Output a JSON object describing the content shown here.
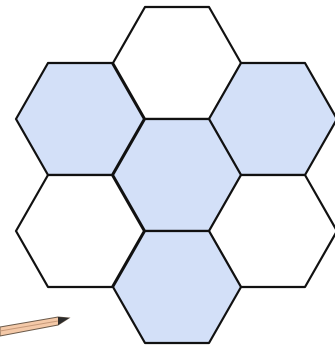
{
  "diagram": {
    "colors": {
      "shaded_fill": "#d3e0f8",
      "plain_fill": "#ffffff",
      "stroke": "#111111",
      "pencil_body": "#f4c9a8",
      "pencil_tip": "#2b2b2b"
    },
    "cells": [
      {
        "id": "top",
        "shaded": false
      },
      {
        "id": "upper-left",
        "shaded": true
      },
      {
        "id": "upper-right",
        "shaded": true
      },
      {
        "id": "center",
        "shaded": true
      },
      {
        "id": "lower-left",
        "shaded": false
      },
      {
        "id": "lower-right",
        "shaded": false
      },
      {
        "id": "bottom",
        "shaded": true
      }
    ],
    "decoration": {
      "icon": "pencil-icon"
    }
  }
}
